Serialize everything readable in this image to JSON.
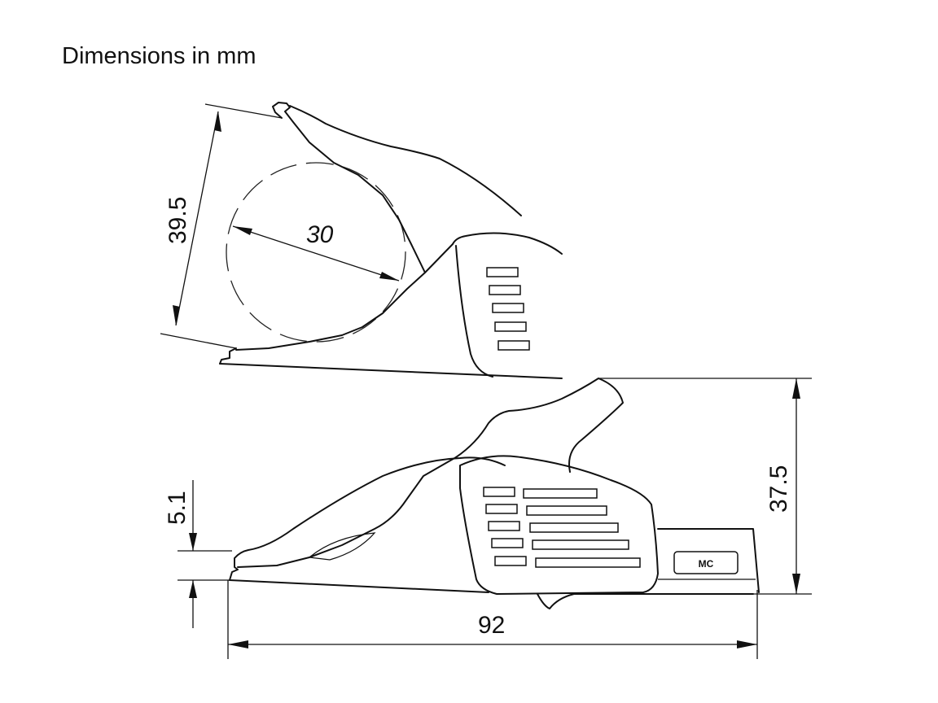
{
  "title": "Dimensions in mm",
  "top_view": {
    "dim_height": "39.5",
    "dim_diameter": "30"
  },
  "side_view": {
    "dim_height": "37.5",
    "dim_jaw": "5.1",
    "dim_length": "92",
    "label_mc": "MC"
  }
}
